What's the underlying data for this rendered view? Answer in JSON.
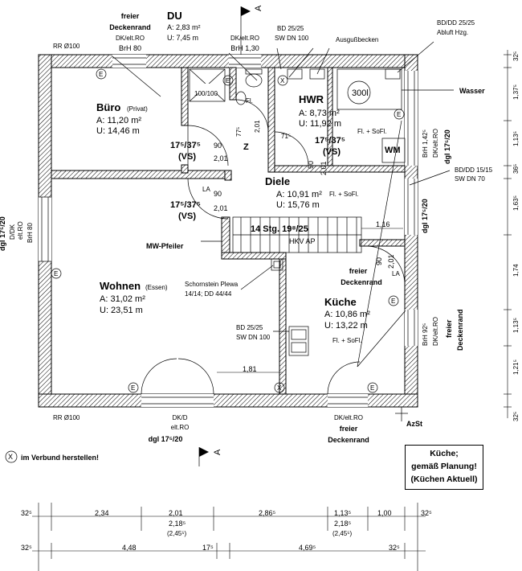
{
  "rooms": {
    "buero": {
      "name": "Büro",
      "note": "(Privat)",
      "area": "A: 11,20 m²",
      "perimeter": "U: 14,46 m"
    },
    "du": {
      "name": "DU",
      "area": "A: 2,83 m²",
      "perimeter": "U: 7,45 m"
    },
    "hwr": {
      "name": "HWR",
      "area": "A: 8,73 m²",
      "perimeter": "U: 11,92 m"
    },
    "diele": {
      "name": "Diele",
      "area": "A: 10,91 m²",
      "perimeter": "U: 15,76 m"
    },
    "wohnen": {
      "name": "Wohnen",
      "note": "(Essen)",
      "area": "A: 31,02 m²",
      "perimeter": "U: 23,51 m"
    },
    "kueche": {
      "name": "Küche",
      "area": "A: 10,86 m²",
      "perimeter": "U: 13,22 m"
    }
  },
  "labels": {
    "freier_top": "freier",
    "deckenrand_top": "Deckenrand",
    "dk_elt_ro_1": "DK/elt.RO",
    "brh80": "BrH 80",
    "dk_elt_ro_2": "DK/elt.RO",
    "brh130": "BrH 1,30",
    "bd25_top": "BD 25/25",
    "sw100_top": "SW DN 100",
    "ausguss": "Ausgußbecken",
    "bddd": "BD/DD 25/25",
    "abluft": "Abluft Hzg.",
    "rr_top": "RR Ø100",
    "rr_bottom": "RR Ø100",
    "tank": "300l",
    "wasser": "Wasser",
    "shower": "100/100",
    "fl": "Fl.",
    "z": "Z",
    "fl_sofl_1": "Fl. + SoFl.",
    "fl_sofl_2": "Fl. + SoFl.",
    "fl_sofl_3": "Fl. + SoFl.",
    "wm": "WM",
    "vs1_ratio": "17⁵/37⁵",
    "vs1": "(VS)",
    "vs2_ratio": "17⁵/37⁵",
    "vs2": "(VS)",
    "vs3_ratio": "17⁵/37⁵",
    "vs3": "(VS)",
    "door90_1": "90",
    "door201_1": "2,01",
    "door90_2": "90",
    "door201_2": "2,01",
    "la": "LA",
    "la2": "LA",
    "stairs": "14 Stg. 19⁸/25",
    "hkv": "HKV AP",
    "mw_pfeiler": "MW-Pfeiler",
    "schornstein": "Schornstein Plewa",
    "schornstein2": "14/14; DD 44/44",
    "bd25_mid": "BD 25/25",
    "sw100_mid": "SW DN 100",
    "freier_kueche": "freier",
    "deckenrand_kueche": "Deckenrand",
    "right_brh142": "BrH 1,42⁵",
    "right_dk": "DK/elt.RO",
    "right_dgl1": "dgl 17⁵/20",
    "bddd1515": "BD/DD 15/15",
    "sw70": "SW DN 70",
    "dgl_right2": "dgl 17⁵/20",
    "brh92": "BrH 92⁵",
    "dk_right3": "DK/elt.RO",
    "freier_right": "freier",
    "deckenrand_right": "Deckenrand",
    "left_dgl": "dgl 17⁵/20",
    "left_dk": "D/DK",
    "left_elt": "elt.RO",
    "left_brh": "BrH 80",
    "bottom_dkd": "DK/D",
    "bottom_eltro": "elt.RO",
    "bottom_dgl": "dgl 17⁵/20",
    "bottom_dk2": "DK/elt.RO",
    "bottom_freier": "freier",
    "bottom_deckenrand": "Deckenrand",
    "azst": "AzSt",
    "section_a": "A",
    "dim_181": "1,81",
    "dim_116": "1,16",
    "verbund": "im Verbund herstellen!",
    "verbund_mark": "X",
    "marker_e": "E"
  },
  "note_box": [
    "Küche;",
    "gemäß Planung!",
    "(Küchen Aktuell)"
  ],
  "right_dims": [
    "32⁵",
    "1,37⁵",
    "1,13⁵",
    "36⁵",
    "1,63⁵",
    "1,74",
    "1,13⁵",
    "1,21⁵",
    "32⁵"
  ],
  "bottom_dims_row1": [
    "32⁵",
    "2,34",
    "2,01",
    "2,86⁵",
    "1,13⁵",
    "1,00",
    "32⁵"
  ],
  "bottom_dims_row1_sub": [
    "2,18⁵",
    "(2,45⁵)",
    "2,18⁵",
    "(2,45⁵)"
  ],
  "bottom_dims_row2": [
    "32⁵",
    "4,48",
    "17⁵",
    "4,69⁵",
    "32⁵"
  ]
}
